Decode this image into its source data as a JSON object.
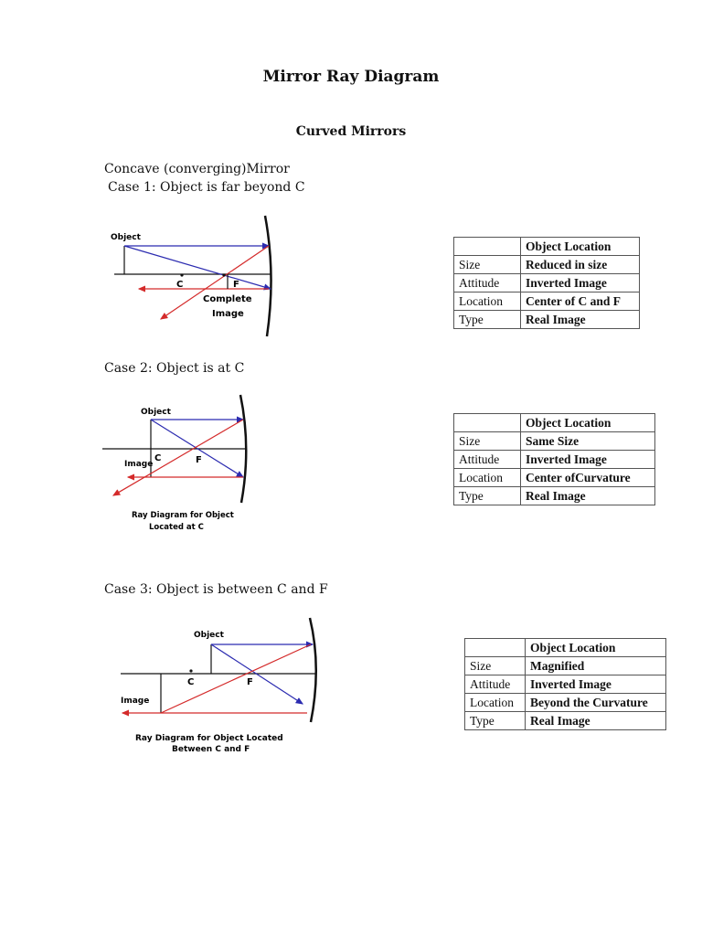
{
  "title": "Mirror Ray Diagram",
  "subtitle": "Curved Mirrors",
  "section": "Concave (converging)Mirror",
  "cases": [
    {
      "heading": "Case 1: Object is far beyond C",
      "labels": {
        "object": "Object",
        "c": "C",
        "f": "F",
        "caption_line1": "Complete",
        "caption_line2": "Image"
      },
      "table": {
        "header": "Object Location",
        "rows": [
          {
            "key": "Size",
            "value": "Reduced in size"
          },
          {
            "key": "Attitude",
            "value": "Inverted Image"
          },
          {
            "key": "Location",
            "value": "Center of C and F"
          },
          {
            "key": "Type",
            "value": "Real Image"
          }
        ]
      }
    },
    {
      "heading": "Case 2: Object is at C",
      "labels": {
        "object": "Object",
        "image": "Image",
        "c": "C",
        "f": "F",
        "caption_line1": "Ray Diagram for Object",
        "caption_line2": "Located at C"
      },
      "table": {
        "header": "Object Location",
        "rows": [
          {
            "key": "Size",
            "value": "Same Size"
          },
          {
            "key": "Attitude",
            "value": "Inverted Image"
          },
          {
            "key": "Location",
            "value": "Center ofCurvature"
          },
          {
            "key": "Type",
            "value": "Real Image"
          }
        ]
      }
    },
    {
      "heading": "Case 3: Object is between C and F",
      "labels": {
        "object": "Object",
        "image": "Image",
        "c": "C",
        "f": "F",
        "caption_line1": "Ray Diagram for Object Located",
        "caption_line2": "Between C and F"
      },
      "table": {
        "header": "Object Location",
        "rows": [
          {
            "key": "Size",
            "value": "Magnified"
          },
          {
            "key": "Attitude",
            "value": "Inverted Image"
          },
          {
            "key": "Location",
            "value": "Beyond the Curvature"
          },
          {
            "key": "Type",
            "value": "Real Image"
          }
        ]
      }
    }
  ],
  "colors": {
    "incident_ray": "#2b2bb0",
    "reflected_ray": "#d42a2a",
    "axis": "#111111"
  }
}
